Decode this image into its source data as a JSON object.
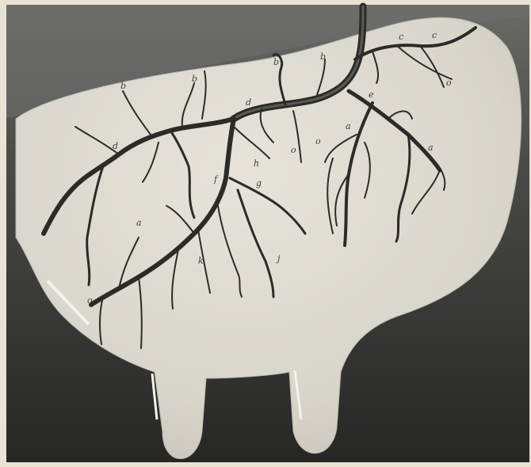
{
  "labels": [
    {
      "id": "a1",
      "text": "a"
    },
    {
      "id": "a2",
      "text": "a"
    },
    {
      "id": "a3",
      "text": "a"
    },
    {
      "id": "b1",
      "text": "b"
    },
    {
      "id": "b2",
      "text": "b"
    },
    {
      "id": "b3",
      "text": "b"
    },
    {
      "id": "b4",
      "text": "b"
    },
    {
      "id": "c1",
      "text": "c"
    },
    {
      "id": "c2",
      "text": "c"
    },
    {
      "id": "d1",
      "text": "d"
    },
    {
      "id": "d2",
      "text": "d"
    },
    {
      "id": "e1",
      "text": "e"
    },
    {
      "id": "f1",
      "text": "f"
    },
    {
      "id": "g1",
      "text": "g"
    },
    {
      "id": "h1",
      "text": "h"
    },
    {
      "id": "j1",
      "text": "j"
    },
    {
      "id": "k1",
      "text": "k"
    },
    {
      "id": "o1",
      "text": "o"
    },
    {
      "id": "o2",
      "text": "o"
    },
    {
      "id": "o3",
      "text": "o"
    },
    {
      "id": "o4",
      "text": "o"
    }
  ],
  "colors": {
    "paper": "#e9e3d3",
    "background_dark": "#2e2e2c",
    "background_mid": "#5d5d59",
    "udder": "#dcd9cf",
    "vessel": "#2b2b28",
    "highlight": "#f2f0e8"
  }
}
